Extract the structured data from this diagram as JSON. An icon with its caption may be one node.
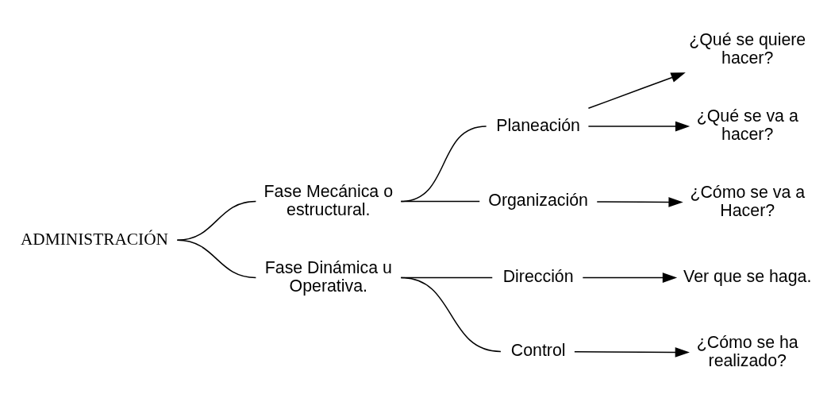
{
  "diagram": {
    "nodes": [
      {
        "text": [
          "ADMINISTRACIÓN"
        ]
      },
      {
        "text": [
          "Fase Mecánica o estructural."
        ]
      },
      {
        "text": [
          "Fase Dinámica u Operativa."
        ]
      },
      {
        "text": [
          "Planeación"
        ]
      },
      {
        "text": [
          "Organización"
        ]
      },
      {
        "text": [
          "Dirección"
        ]
      },
      {
        "text": [
          "Control"
        ]
      },
      {
        "text": [
          "¿Qué se quiere hacer?"
        ]
      },
      {
        "text": [
          "¿Qué se va a hacer?"
        ]
      },
      {
        "text": [
          "¿Cómo se va a Hacer?"
        ]
      },
      {
        "text": [
          "Ver que se haga."
        ]
      },
      {
        "text": [
          "¿Cómo se ha realizado?"
        ]
      }
    ],
    "edges": [
      {
        "from": 0,
        "to": 1,
        "arrow": "none"
      },
      {
        "from": 0,
        "to": 2,
        "arrow": "none"
      },
      {
        "from": 1,
        "to": 3,
        "arrow": "none"
      },
      {
        "from": 1,
        "to": 4,
        "arrow": "none"
      },
      {
        "from": 2,
        "to": 5,
        "arrow": "none"
      },
      {
        "from": 2,
        "to": 6,
        "arrow": "none"
      },
      {
        "from": 3,
        "to": 7,
        "arrow": "to"
      },
      {
        "from": 3,
        "to": 8,
        "arrow": "to"
      },
      {
        "from": 4,
        "to": 9,
        "arrow": "to"
      },
      {
        "from": 5,
        "to": 10,
        "arrow": "to"
      },
      {
        "from": 6,
        "to": 11,
        "arrow": "to"
      }
    ]
  }
}
